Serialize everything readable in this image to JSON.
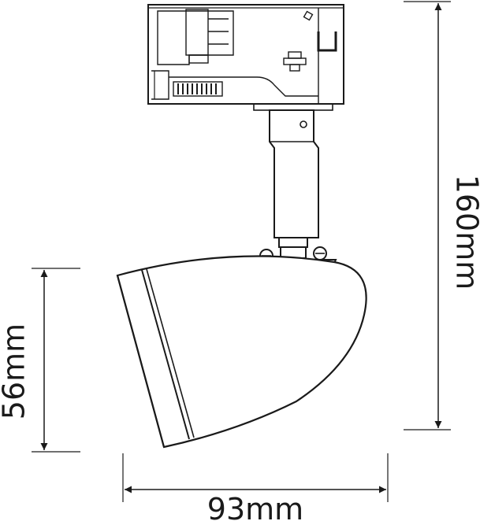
{
  "dimensions": {
    "height_total": "160mm",
    "head_height": "56mm",
    "width_total": "93mm"
  },
  "colors": {
    "ink": "#1a1a1a",
    "background": "#ffffff"
  }
}
